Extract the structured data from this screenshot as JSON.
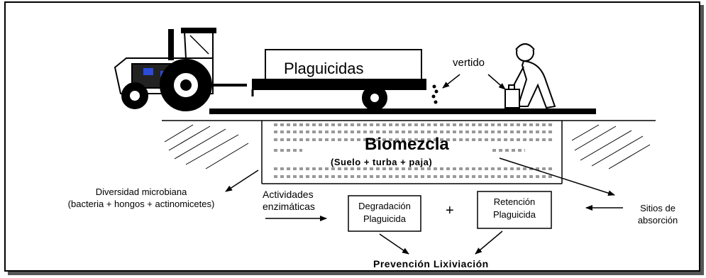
{
  "labels": {
    "plaguicidas": "Plaguicidas",
    "vertido": "vertido",
    "biomezcla": "Biomezcla",
    "biomezcla_sub": "(Suelo + turba + paja)",
    "diversidad_1": "Diversidad microbiana",
    "diversidad_2": "(bacteria + hongos + actinomicetes)",
    "actividades_1": "Actividades",
    "actividades_2": "enzimáticas",
    "degradacion_1": "Degradación",
    "degradacion_2": "Plaguicida",
    "plus": "+",
    "retencion_1": "Retención",
    "retencion_2": "Plaguicida",
    "sitios_1": "Sitios de",
    "sitios_2": "absorción",
    "prevencion": "Prevención Lixiviación"
  },
  "icons": {
    "tractor": "tractor-icon",
    "worker": "worker-icon",
    "drops": "pesticide-drops-icon"
  }
}
